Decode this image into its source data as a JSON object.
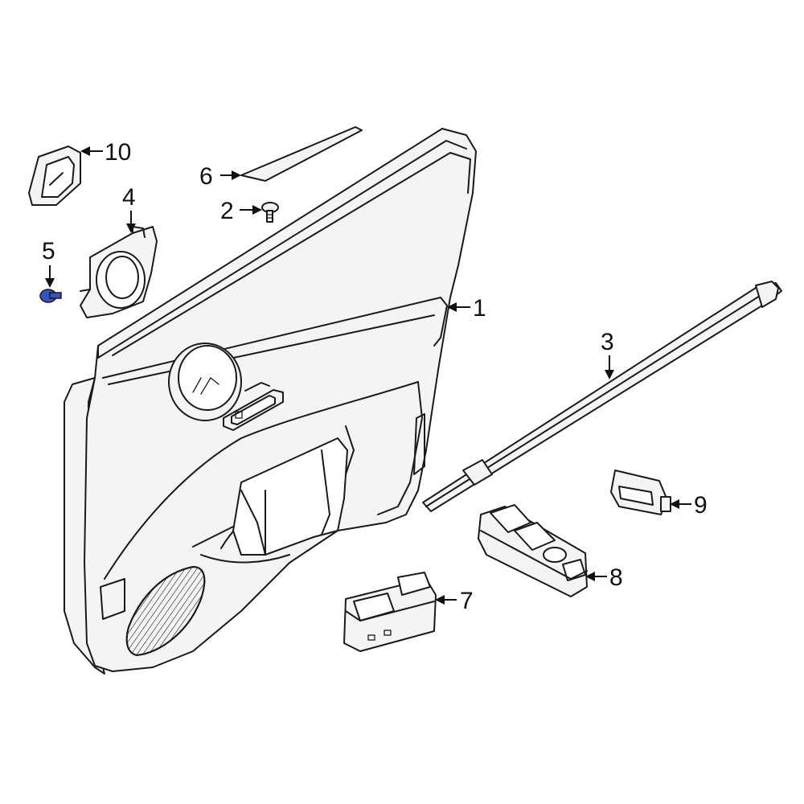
{
  "callouts": [
    {
      "id": "1",
      "label": "1"
    },
    {
      "id": "2",
      "label": "2"
    },
    {
      "id": "3",
      "label": "3"
    },
    {
      "id": "4",
      "label": "4"
    },
    {
      "id": "5",
      "label": "5"
    },
    {
      "id": "6",
      "label": "6"
    },
    {
      "id": "7",
      "label": "7"
    },
    {
      "id": "8",
      "label": "8"
    },
    {
      "id": "9",
      "label": "9"
    },
    {
      "id": "10",
      "label": "10"
    }
  ],
  "colors": {
    "highlight": "#3b4fc4",
    "line": "#1a1a1a",
    "fill": "#f4f4f4"
  }
}
